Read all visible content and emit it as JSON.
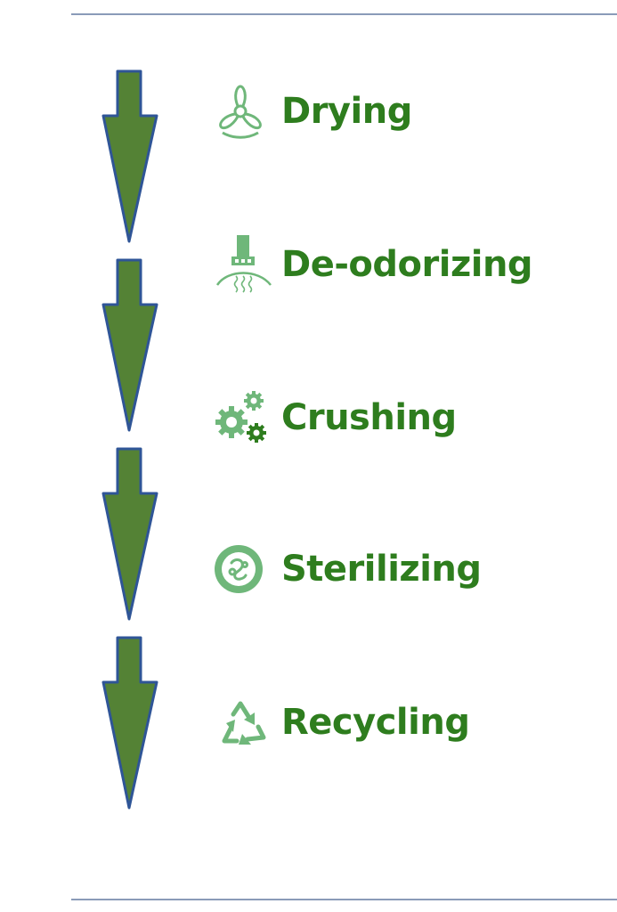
{
  "colors": {
    "arrow_fill": "#548235",
    "arrow_outline": "#2f5597",
    "label_text": "#2e7d1e",
    "icon": "#6fb77a",
    "rule": "#8a9bb8"
  },
  "steps": [
    {
      "label": "Drying",
      "icon": "fan-icon"
    },
    {
      "label": "De-odorizing",
      "icon": "exhaust-hood-icon"
    },
    {
      "label": "Crushing",
      "icon": "gears-icon"
    },
    {
      "label": "Sterilizing",
      "icon": "bacteria-icon"
    },
    {
      "label": "Recycling",
      "icon": "recycle-icon"
    }
  ]
}
